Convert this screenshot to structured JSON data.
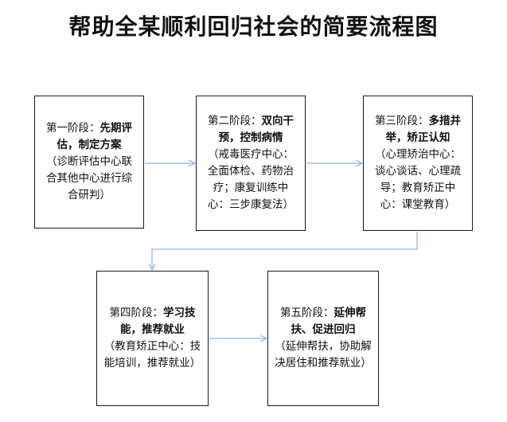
{
  "title": "帮助全某顺利回归社会的简要流程图",
  "colors": {
    "arrow": "#8eb4e3",
    "border": "#1a1a1a"
  },
  "stages": [
    {
      "stage": "第一阶段：",
      "name": "先期评估，制定方案",
      "detail": "（诊断评估中心联合其他中心进行综合研判）"
    },
    {
      "stage": "第二阶段：",
      "name": "双向干预，控制病情",
      "detail": "（戒毒医疗中心：全面体检、药物治疗；康复训练中心：三步康复法）"
    },
    {
      "stage": "第三阶段：",
      "name": "多措并举，矫正认知",
      "detail": "（心理矫治中心：谈心谈话、心理疏导；教育矫正中心：课堂教育）"
    },
    {
      "stage": "第四阶段：",
      "name": "学习技能，推荐就业",
      "detail": "（教育矫正中心：技能培训，推荐就业）"
    },
    {
      "stage": "第五阶段：",
      "name": "延伸帮扶、促进回归",
      "detail": "（延伸帮扶，协助解决居住和推荐就业）"
    }
  ]
}
